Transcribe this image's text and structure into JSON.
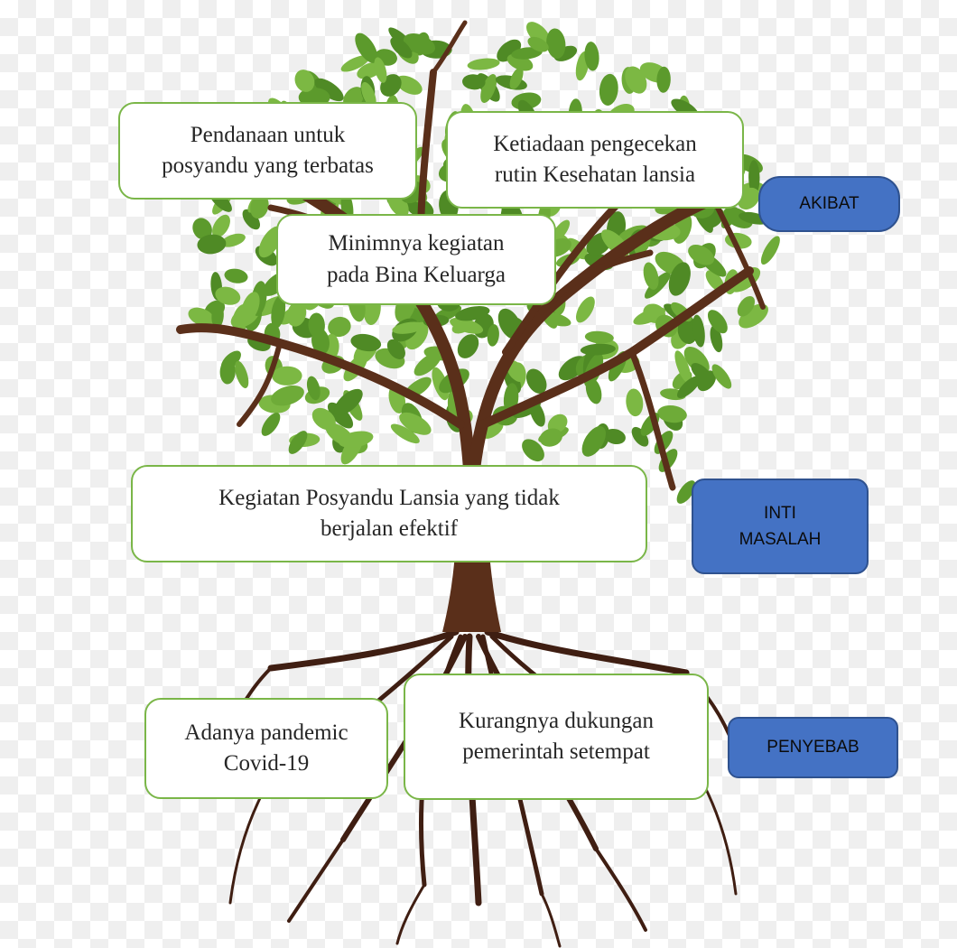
{
  "effects": [
    "Pendanaan untuk\nposyandu yang terbatas",
    "Ketiadaan pengecekan\nrutin Kesehatan lansia",
    "Minimnya kegiatan\npada Bina Keluarga"
  ],
  "core_problem": "Kegiatan Posyandu Lansia yang tidak\nberjalan efektif",
  "causes": [
    "Adanya pandemic\nCovid-19",
    "Kurangnya dukungan\npemerintah setempat"
  ],
  "labels": {
    "effect": "AKIBAT",
    "core": "INTI\nMASALAH",
    "cause": "PENYEBAB"
  },
  "colors": {
    "trunk": "#5a2f1a",
    "root": "#3f1e12",
    "leaf": "#5c9a2c",
    "box_border": "#7ab648",
    "label_fill": "#4472c4"
  },
  "icons": [
    "tree-illustration"
  ]
}
